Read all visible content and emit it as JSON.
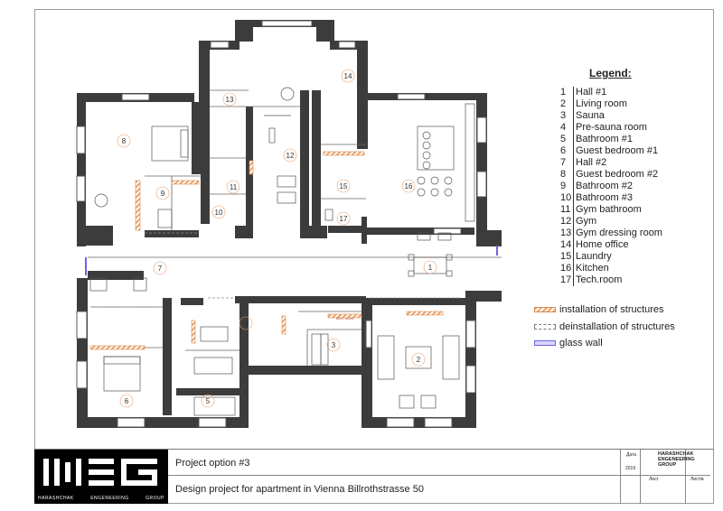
{
  "legend": {
    "title": "Legend:",
    "items": [
      {
        "num": "1",
        "name": "Hall #1"
      },
      {
        "num": "2",
        "name": "Living room"
      },
      {
        "num": "3",
        "name": "Sauna"
      },
      {
        "num": "4",
        "name": "Pre-sauna room"
      },
      {
        "num": "5",
        "name": "Bathroom #1"
      },
      {
        "num": "6",
        "name": "Guest bedroom #1"
      },
      {
        "num": "7",
        "name": "Hall #2"
      },
      {
        "num": "8",
        "name": "Guest bedroom #2"
      },
      {
        "num": "9",
        "name": "Bathroom #2"
      },
      {
        "num": "10",
        "name": "Bathroom #3"
      },
      {
        "num": "11",
        "name": "Gym bathroom"
      },
      {
        "num": "12",
        "name": "Gym"
      },
      {
        "num": "13",
        "name": "Gym dressing room"
      },
      {
        "num": "14",
        "name": "Home office"
      },
      {
        "num": "15",
        "name": "Laundry"
      },
      {
        "num": "16",
        "name": "Kitchen"
      },
      {
        "num": "17",
        "name": "Tech.room"
      }
    ]
  },
  "symbols": {
    "install": "installation of structures",
    "deinstall": "deinstallation of structures",
    "glass": "glass wall"
  },
  "rooms": [
    {
      "num": "1"
    },
    {
      "num": "2"
    },
    {
      "num": "3"
    },
    {
      "num": "4"
    },
    {
      "num": "5"
    },
    {
      "num": "6"
    },
    {
      "num": "7"
    },
    {
      "num": "8"
    },
    {
      "num": "9"
    },
    {
      "num": "10"
    },
    {
      "num": "11"
    },
    {
      "num": "12"
    },
    {
      "num": "13"
    },
    {
      "num": "14"
    },
    {
      "num": "15"
    },
    {
      "num": "16"
    },
    {
      "num": "17"
    }
  ],
  "titleblock": {
    "project_option": "Project option #3",
    "description": "Design project for apartment in Vienna Billrothstrasse 50",
    "date_label": "Дата",
    "year": "2019",
    "sheet_label": "Лист",
    "sheets_label": "Листів",
    "company_line1": "HARASHCHAK",
    "company_line2": "ENGENEERING",
    "company_line3": "GROUP",
    "logo_sub1": "HARASHCHAK",
    "logo_sub2": "ENGENEERING",
    "logo_sub3": "GROUP"
  },
  "labels": {
    "tech_label": "tech. room"
  },
  "colors": {
    "wall": "#3c3c3c",
    "install": "#e9a46d",
    "glass": "#6a63e6",
    "room_circle": "#e8a070"
  }
}
